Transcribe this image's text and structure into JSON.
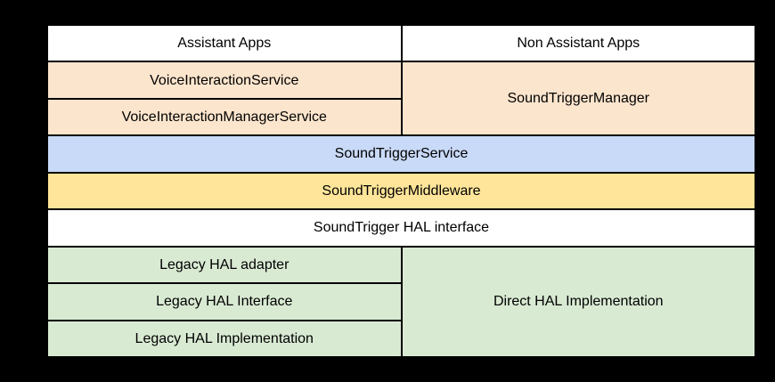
{
  "diagram": {
    "palette": {
      "background": "#000000",
      "border": "#000000",
      "text": "#000000",
      "white": "#FFFFFF",
      "peach": "#FCE5CD",
      "blue": "#C9DAF8",
      "yellow": "#FFE599",
      "green": "#D9EAD3"
    },
    "cells": {
      "assistant_apps": {
        "label": "Assistant Apps",
        "color": "#FFFFFF"
      },
      "non_assistant_apps": {
        "label": "Non Assistant Apps",
        "color": "#FFFFFF"
      },
      "voice_interaction_service": {
        "label": "VoiceInteractionService",
        "color": "#FCE5CD"
      },
      "voice_interaction_manager_service": {
        "label": "VoiceInteractionManagerService",
        "color": "#FCE5CD"
      },
      "sound_trigger_manager": {
        "label": "SoundTriggerManager",
        "color": "#FCE5CD"
      },
      "sound_trigger_service": {
        "label": "SoundTriggerService",
        "color": "#C9DAF8"
      },
      "sound_trigger_middleware": {
        "label": "SoundTriggerMiddleware",
        "color": "#FFE599"
      },
      "sound_trigger_hal_interface": {
        "label": "SoundTrigger HAL interface",
        "color": "#FFFFFF"
      },
      "legacy_hal_adapter": {
        "label": "Legacy HAL adapter",
        "color": "#D9EAD3"
      },
      "legacy_hal_interface": {
        "label": "Legacy HAL Interface",
        "color": "#D9EAD3"
      },
      "legacy_hal_implementation": {
        "label": "Legacy HAL Implementation",
        "color": "#D9EAD3"
      },
      "direct_hal_implementation": {
        "label": "Direct HAL Implementation",
        "color": "#D9EAD3"
      }
    }
  }
}
